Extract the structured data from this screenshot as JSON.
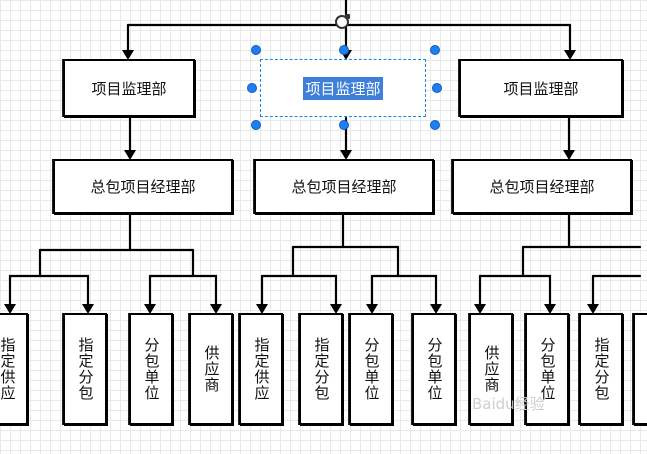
{
  "supervision": {
    "left_label": "项目监理部",
    "center_label": "项目监理部",
    "right_label": "项目监理部"
  },
  "contractor": {
    "left_label": "总包项目经理部",
    "center_label": "总包项目经理部",
    "right_label": "总包项目经理部"
  },
  "units": [
    "指定供应",
    "指定分包",
    "分包单位",
    "供应商",
    "指定供应",
    "指定分包",
    "分包单位",
    "分包单位",
    "供应商",
    "分包单位",
    "指定分包"
  ],
  "watermark": "Baidu经验",
  "colors": {
    "selection": "#1e88e5",
    "highlight": "#3d7fd9"
  }
}
